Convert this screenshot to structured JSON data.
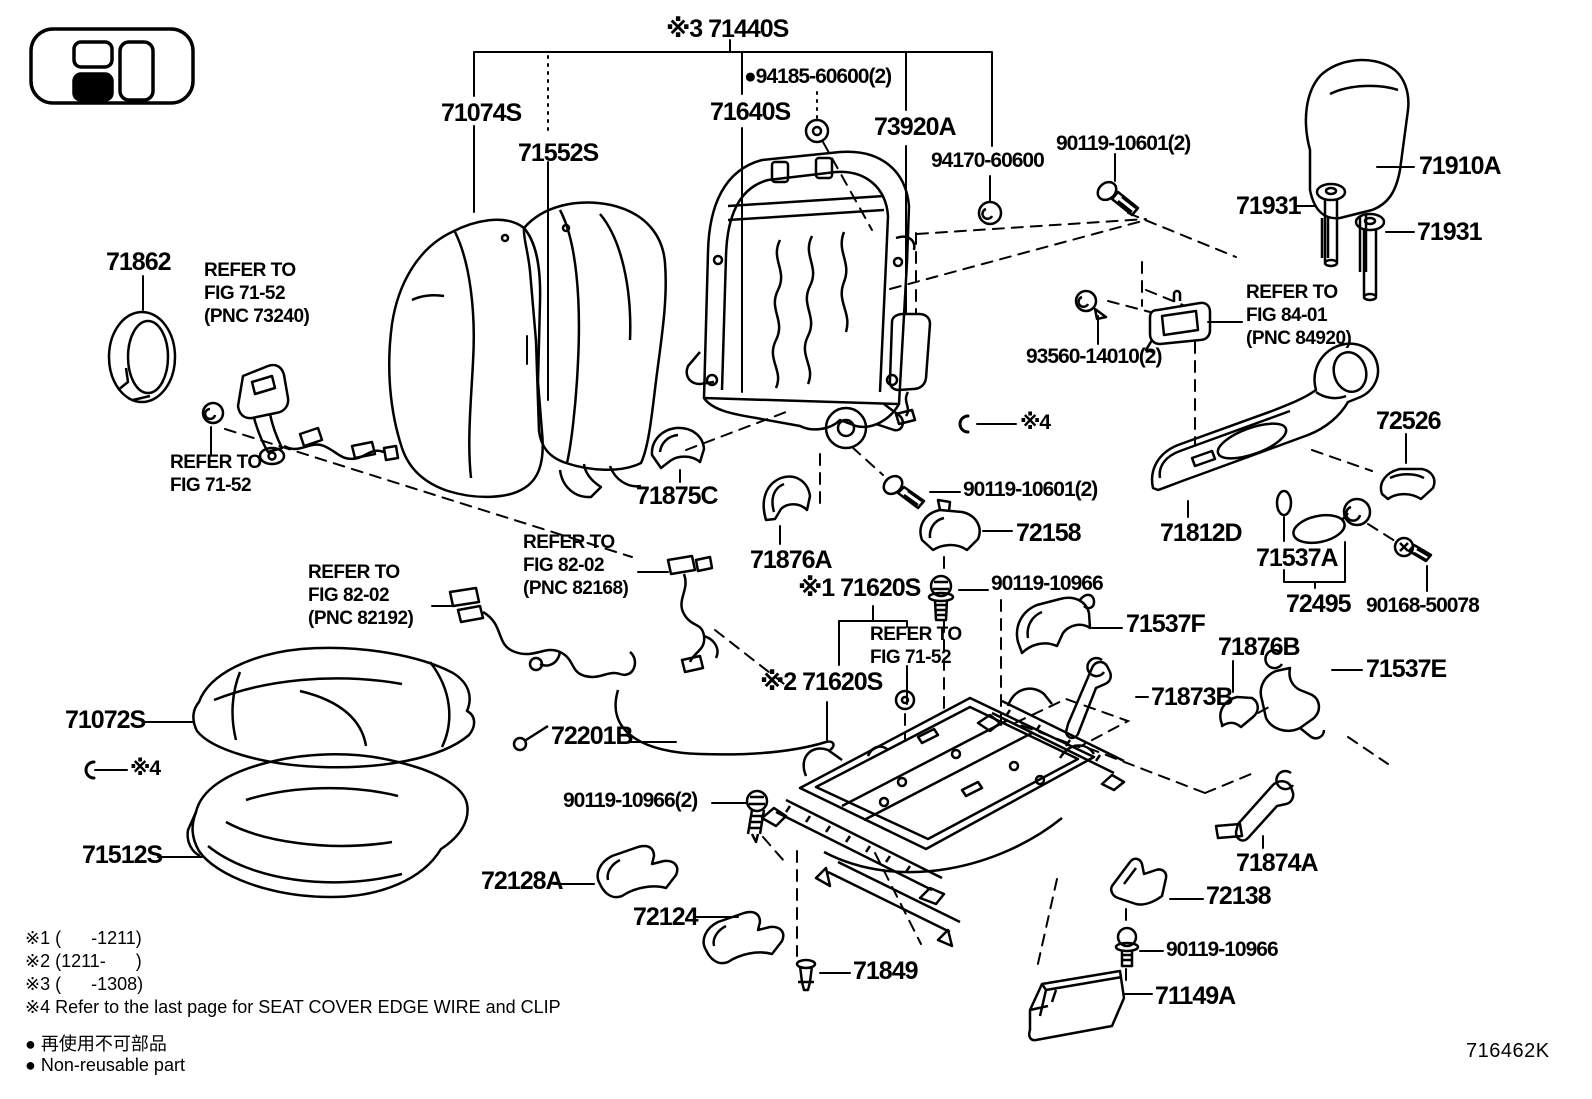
{
  "figure": {
    "code": "716462K"
  },
  "indicator": {
    "icon": "car-top-view-seat-position-icon"
  },
  "callouts": {
    "c71440s": "※3 71440S",
    "c94185": "●94185-60600(2)",
    "c71074s": "71074S",
    "c71552s": "71552S",
    "c71640s": "71640S",
    "c73920a": "73920A",
    "c94170": "94170-60600",
    "c90119_10601_a": "90119-10601(2)",
    "c71910a": "71910A",
    "c71931_a": "71931",
    "c71931_b": "71931",
    "c71862": "71862",
    "refer_73240": "REFER TO\nFIG 71-52\n(PNC 73240)",
    "refer_8401": "REFER TO\nFIG 84-01\n(PNC 84920)",
    "c93560": "93560-14010(2)",
    "c72526": "72526",
    "hook4_right": "※4",
    "refer_7152_left": "REFER TO\nFIG 71-52",
    "c71875c": "71875C",
    "c90119_10601_b": "90119-10601(2)",
    "c72158": "72158",
    "c71812d": "71812D",
    "c71876a": "71876A",
    "c71537a": "71537A",
    "refer_82192": "REFER TO\nFIG 82-02\n(PNC 82192)",
    "refer_82168": "REFER TO\nFIG 82-02\n(PNC 82168)",
    "c90119_10966_a": "90119-10966",
    "c71620s_1": "※1 71620S",
    "refer_7152_center": "REFER TO\nFIG 71-52",
    "c72495": "72495",
    "c90168": "90168-50078",
    "c71537f": "71537F",
    "c71876b": "71876B",
    "c71537e": "71537E",
    "c71620s_2": "※2 71620S",
    "c71873b": "71873B",
    "c71072s": "71072S",
    "c72201b": "72201B",
    "hook4_left": "※4",
    "c90119_10966_2": "90119-10966(2)",
    "c71512s": "71512S",
    "c72128a": "72128A",
    "c72124": "72124",
    "c71874a": "71874A",
    "c72138": "72138",
    "c71849": "71849",
    "c90119_10966_b": "90119-10966",
    "c71149a": "71149A"
  },
  "notes": {
    "n1": "※1 (      -1211)",
    "n2": "※2 (1211-      )",
    "n3": "※3 (      -1308)",
    "n4": "※4 Refer to the last page for SEAT COVER EDGE WIRE and CLIP",
    "nonreusable_jp": "● 再使用不可部品",
    "nonreusable_en": "● Non-reusable part"
  }
}
